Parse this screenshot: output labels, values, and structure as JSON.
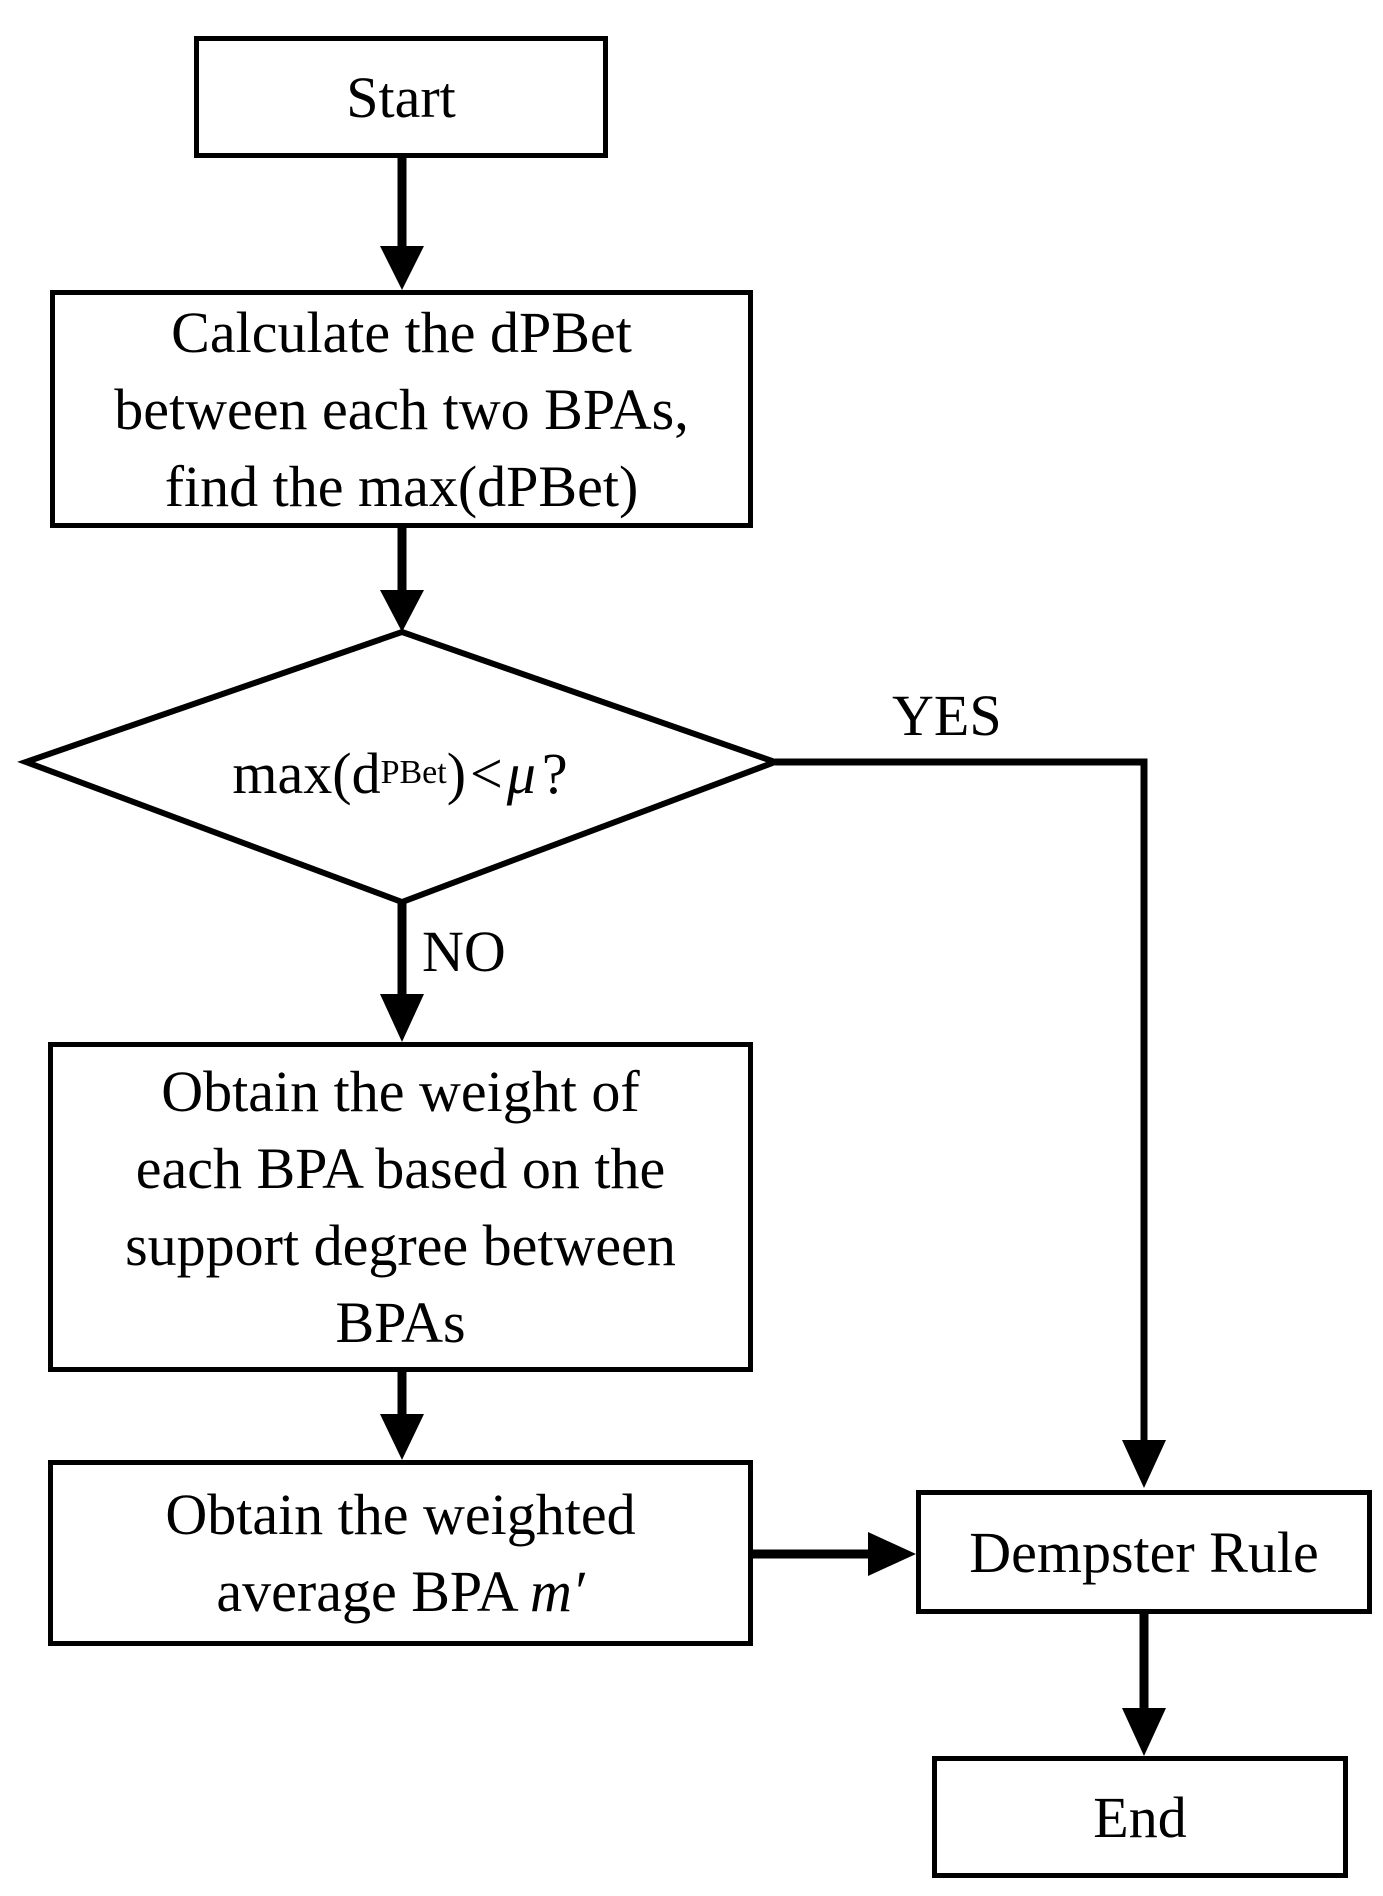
{
  "flowchart": {
    "start": "Start",
    "calculate": {
      "lines": [
        "Calculate the dPBet",
        "between each two BPAs,",
        "find the max(dPBet)"
      ]
    },
    "decision": {
      "prefix": "max(d",
      "subscript": "PBet",
      "suffix": ")",
      "comparator": "<",
      "symbol": "μ",
      "question": "?"
    },
    "yes_label": "YES",
    "no_label": "NO",
    "obtain_weight": {
      "lines": [
        "Obtain the weight of",
        "each BPA based on the",
        "support degree between",
        "BPAs"
      ]
    },
    "weighted_average": {
      "line1": "Obtain the weighted",
      "line2_text": "average BPA ",
      "line2_symbol": "m′"
    },
    "dempster": "Dempster Rule",
    "end": "End"
  },
  "colors": {
    "stroke": "#000000",
    "background": "#ffffff"
  }
}
